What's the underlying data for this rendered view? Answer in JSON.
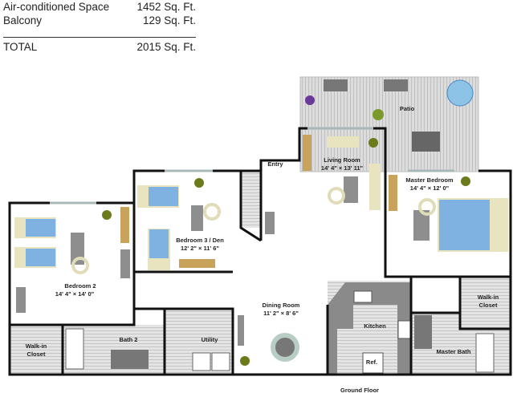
{
  "areas": [
    {
      "label": "Air-conditioned Space",
      "value": "1452 Sq. Ft."
    },
    {
      "label": "Balcony",
      "value": "129 Sq. Ft."
    }
  ],
  "total": {
    "label": "TOTAL",
    "value": "2015 Sq. Ft."
  },
  "rooms": {
    "bedroom2": {
      "name": "Bedroom 2",
      "dims": "14' 4\" × 14' 0\""
    },
    "bedroom3": {
      "name": "Bedroom 3 / Den",
      "dims": "12' 2\" × 11' 6\""
    },
    "walkin_left": {
      "name1": "Walk-in",
      "name2": "Closet"
    },
    "bath2": {
      "name": "Bath 2"
    },
    "utility": {
      "name": "Utility"
    },
    "entry": {
      "name": "Entry"
    },
    "living": {
      "name": "Living Room",
      "dims": "14' 4\" × 13' 11\""
    },
    "patio": {
      "name": "Patio"
    },
    "master": {
      "name": "Master Bedroom",
      "dims": "14' 4\" × 12' 0\""
    },
    "dining": {
      "name": "Dining Room",
      "dims": "11' 2\" × 8' 6\""
    },
    "kitchen": {
      "name": "Kitchen"
    },
    "ref": {
      "name": "Ref."
    },
    "walkin_right": {
      "name1": "Walk-in",
      "name2": "Closet"
    },
    "master_bath": {
      "name": "Master Bath"
    }
  },
  "floor_label": "Ground Floor",
  "colors": {
    "wall": "#111111",
    "bed": "#7fb2e0",
    "furniture": "#e8e4bf",
    "floor_grey": "#d8d8d8",
    "counter": "#8a8a8a",
    "plant": "#6b7a1a"
  }
}
